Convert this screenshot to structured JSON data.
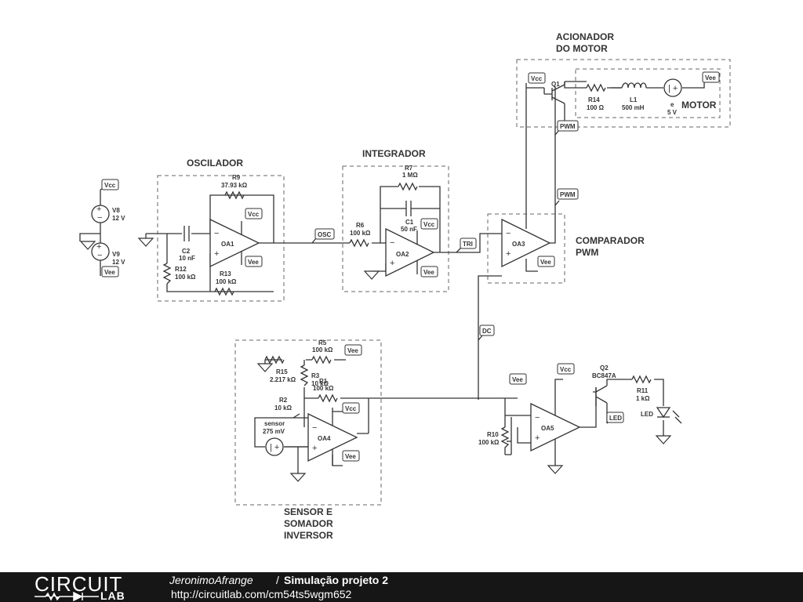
{
  "sections": {
    "acionador": [
      "ACIONADOR",
      "DO MOTOR"
    ],
    "motor": "MOTOR",
    "oscilador": "OSCILADOR",
    "integrador": "INTEGRADOR",
    "comparador": [
      "COMPARADOR",
      "PWM"
    ],
    "sensor": [
      "SENSOR E",
      "SOMADOR",
      "INVERSOR"
    ]
  },
  "nets": {
    "vcc": "Vcc",
    "vee": "Vee",
    "osc": "OSC",
    "tri": "TRI",
    "pwm": "PWM",
    "dc": "DC",
    "led": "LED"
  },
  "components": {
    "v8": {
      "name": "V8",
      "value": "12 V"
    },
    "v9": {
      "name": "V9",
      "value": "12 V"
    },
    "r9": {
      "name": "R9",
      "value": "37.93 kΩ"
    },
    "c2": {
      "name": "C2",
      "value": "10 nF"
    },
    "r12": {
      "name": "R12",
      "value": "100 kΩ"
    },
    "r13": {
      "name": "R13",
      "value": "100 kΩ"
    },
    "oa1": "OA1",
    "r7": {
      "name": "R7",
      "value": "1 MΩ"
    },
    "c1": {
      "name": "C1",
      "value": "50 nF"
    },
    "r6": {
      "name": "R6",
      "value": "100 kΩ"
    },
    "oa2": "OA2",
    "oa3": "OA3",
    "q1": "Q1",
    "r14": {
      "name": "R14",
      "value": "100 Ω"
    },
    "l1": {
      "name": "L1",
      "value": "500 mH"
    },
    "e": {
      "name": "e",
      "value": "5 V"
    },
    "r5": {
      "name": "R5",
      "value": "100 kΩ"
    },
    "r15": {
      "name": "R15",
      "value": "2.217 kΩ"
    },
    "r3": {
      "name": "R3",
      "value": "10 kΩ"
    },
    "r1": {
      "name": "R1",
      "value": "100 kΩ"
    },
    "r2": {
      "name": "R2",
      "value": "10 kΩ"
    },
    "sensor": {
      "name": "sensor",
      "value": "275 mV"
    },
    "oa4": "OA4",
    "r10": {
      "name": "R10",
      "value": "100 kΩ"
    },
    "oa5": "OA5",
    "q2": {
      "name": "Q2",
      "value": "BC847A"
    },
    "r11": {
      "name": "R11",
      "value": "1 kΩ"
    },
    "led": "LED"
  },
  "footer": {
    "logo_top": "CIRCUIT",
    "logo_bottom": "LAB",
    "author": "JeronimoAfrange",
    "separator": "/",
    "title": "Simulação projeto 2",
    "url": "http://circuitlab.com/cm54ts5wgm652"
  }
}
